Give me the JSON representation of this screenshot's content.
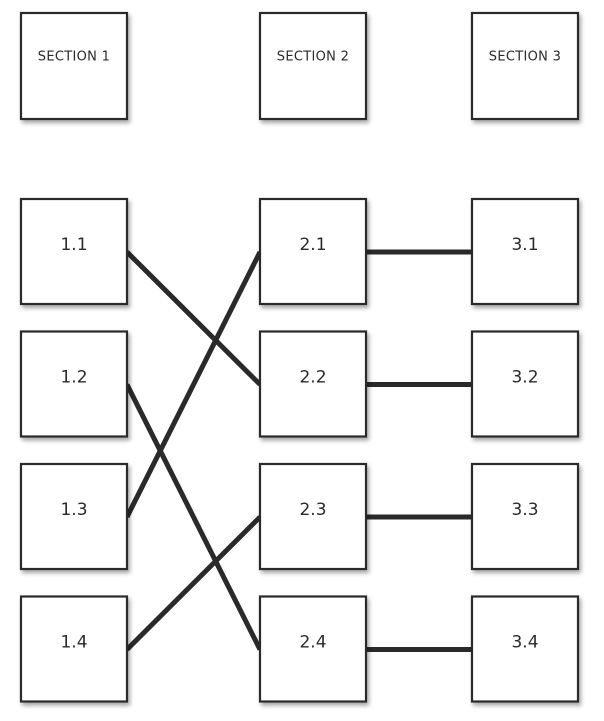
{
  "headers": [
    {
      "id": "s1",
      "label": "SECTION 1",
      "column": 0
    },
    {
      "id": "s2",
      "label": "SECTION 2",
      "column": 1
    },
    {
      "id": "s3",
      "label": "SECTION 3",
      "column": 2
    }
  ],
  "nodes": [
    {
      "id": "1.1",
      "label": "1.1",
      "column": 0,
      "row": 0
    },
    {
      "id": "1.2",
      "label": "1.2",
      "column": 0,
      "row": 1
    },
    {
      "id": "1.3",
      "label": "1.3",
      "column": 0,
      "row": 2
    },
    {
      "id": "1.4",
      "label": "1.4",
      "column": 0,
      "row": 3
    },
    {
      "id": "2.1",
      "label": "2.1",
      "column": 1,
      "row": 0
    },
    {
      "id": "2.2",
      "label": "2.2",
      "column": 1,
      "row": 1
    },
    {
      "id": "2.3",
      "label": "2.3",
      "column": 1,
      "row": 2
    },
    {
      "id": "2.4",
      "label": "2.4",
      "column": 1,
      "row": 3
    },
    {
      "id": "3.1",
      "label": "3.1",
      "column": 2,
      "row": 0
    },
    {
      "id": "3.2",
      "label": "3.2",
      "column": 2,
      "row": 1
    },
    {
      "id": "3.3",
      "label": "3.3",
      "column": 2,
      "row": 2
    },
    {
      "id": "3.4",
      "label": "3.4",
      "column": 2,
      "row": 3
    }
  ],
  "connections": [
    {
      "from": "1.1",
      "to": "2.2"
    },
    {
      "from": "1.2",
      "to": "2.4"
    },
    {
      "from": "1.3",
      "to": "2.1"
    },
    {
      "from": "1.4",
      "to": "2.3"
    },
    {
      "from": "2.1",
      "to": "3.1"
    },
    {
      "from": "2.2",
      "to": "3.2"
    },
    {
      "from": "2.3",
      "to": "3.3"
    },
    {
      "from": "2.4",
      "to": "3.4"
    }
  ],
  "colors": {
    "stroke": "#2a2a2a",
    "box_fill": "#ffffff",
    "background": "#ffffff"
  }
}
